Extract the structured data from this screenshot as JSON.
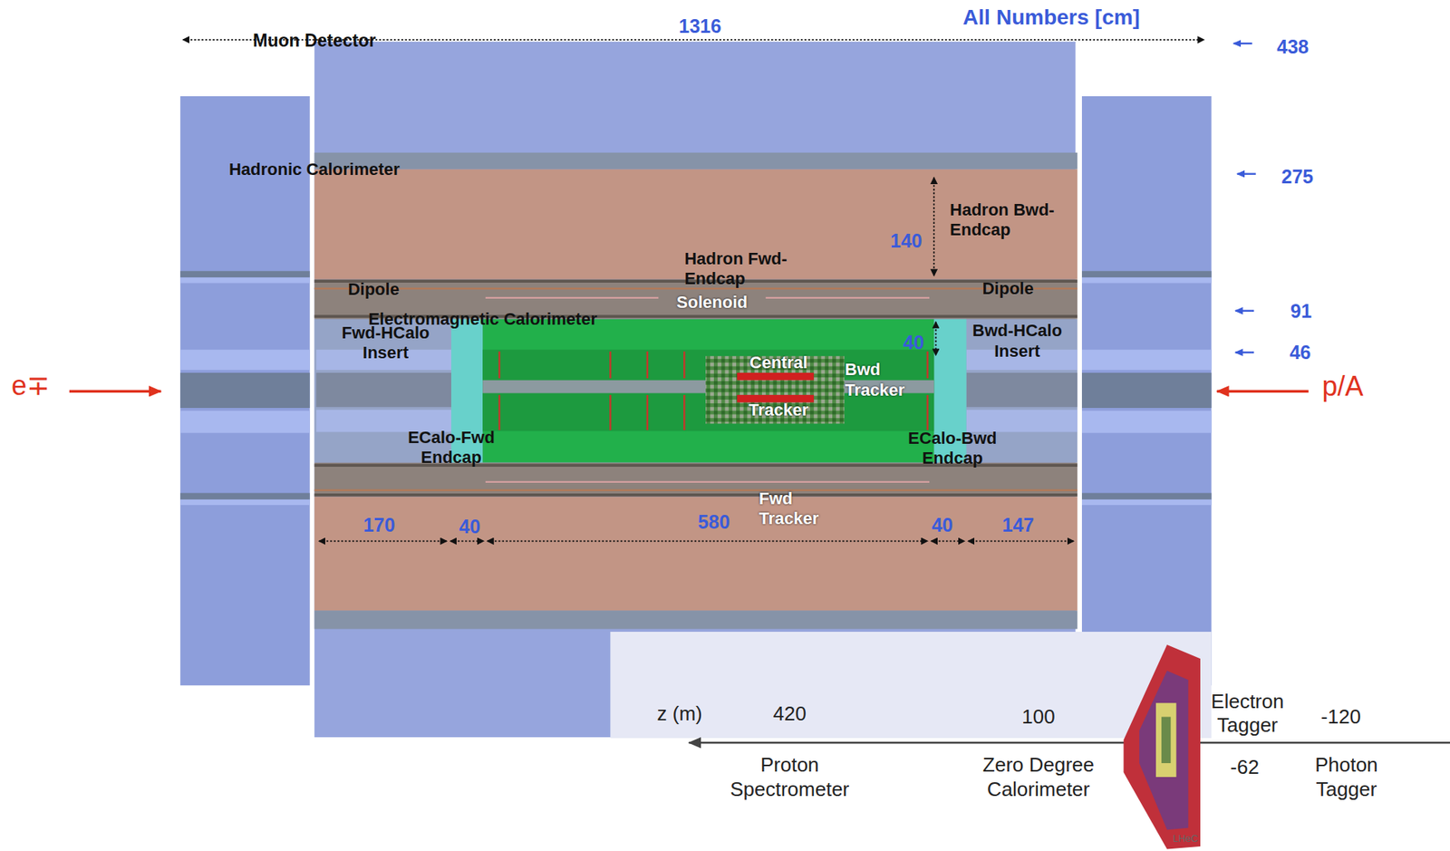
{
  "diagram": {
    "nodes": [
      {
        "text": [
          "Muon Detector"
        ]
      },
      {
        "text": [
          "Hadronic Calorimeter"
        ],
        "in": 0
      },
      {
        "text": [
          "Hadron Fwd-Endcap"
        ],
        "in": 1
      },
      {
        "text": [
          "Hadron Bwd-Endcap"
        ],
        "in": 1
      },
      {
        "text": [
          "Dipole"
        ],
        "in": 1
      },
      {
        "text": [
          "Solenoid"
        ],
        "in": 1
      },
      {
        "text": [
          "Dipole"
        ],
        "in": 1
      },
      {
        "text": [
          "Fwd-HCalo Insert"
        ],
        "in": 1
      },
      {
        "text": [
          "Bwd-HCalo Insert"
        ],
        "in": 1
      },
      {
        "text": [
          "ECalo-Fwd Endcap"
        ],
        "in": 1
      },
      {
        "text": [
          "ECalo-Bwd Endcap"
        ],
        "in": 1
      },
      {
        "text": [
          "Electromagnetic Calorimeter"
        ],
        "in": 1
      },
      {
        "text": [
          "Fwd Tracker"
        ],
        "in": 11
      },
      {
        "text": [
          "Central Tracker"
        ],
        "in": 11
      },
      {
        "text": [
          "Bwd Tracker"
        ],
        "in": 11
      }
    ],
    "labels": [
      "All Numbers [cm]",
      "1316",
      "438",
      "275",
      "91",
      "46",
      "140",
      "40",
      "170",
      "40",
      "580",
      "40",
      "147",
      "e∓",
      "p/A",
      "z (m)",
      "420",
      "100",
      "-120",
      "Electron Tagger",
      "-62",
      "Proton Spectrometer",
      "Zero Degree Calorimeter",
      "Photon Tagger",
      "LHeC"
    ]
  }
}
